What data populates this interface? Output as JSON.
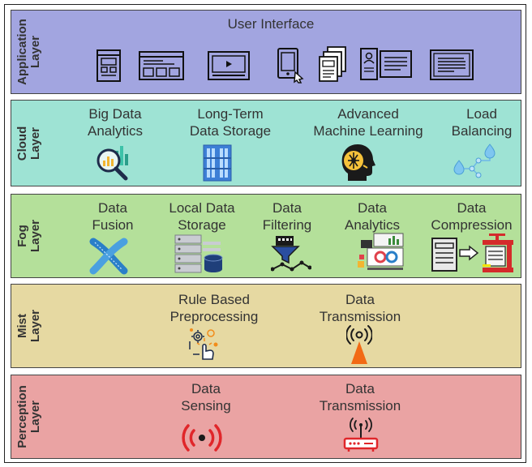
{
  "layers": [
    {
      "key": "application",
      "name": "Application\nLayer",
      "color": "#a2a5e0",
      "captions": [
        "User Interface"
      ]
    },
    {
      "key": "cloud",
      "name": "Cloud\nLayer",
      "color": "#9ee3d4",
      "captions": [
        "Big Data\nAnalytics",
        "Long-Term\nData Storage",
        "Advanced\nMachine Learning",
        "Load\nBalancing"
      ]
    },
    {
      "key": "fog",
      "name": "Fog\nLayer",
      "color": "#b4e09a",
      "captions": [
        "Data\nFusion",
        "Local Data\nStorage",
        "Data\nFiltering",
        "Data\nAnalytics",
        "Data\nCompression"
      ]
    },
    {
      "key": "mist",
      "name": "Mist\nLayer",
      "color": "#e6d9a2",
      "captions": [
        "Rule Based\nPreprocessing",
        "Data\nTransmission"
      ]
    },
    {
      "key": "perception",
      "name": "Perception\nLayer",
      "color": "#eaa3a3",
      "captions": [
        "Data\nSensing",
        "Data\nTransmission"
      ]
    }
  ],
  "icons": {
    "application": [
      "mobile-wireframe-icon",
      "browser-window-icon",
      "video-player-icon",
      "tablet-touch-icon",
      "documents-stack-icon",
      "profile-card-icon",
      "text-document-icon"
    ],
    "cloud": [
      "magnifier-analytics-icon",
      "server-rack-icon",
      "ai-head-icon",
      "balancing-nodes-icon"
    ],
    "fog": [
      "data-fusion-icon",
      "database-storage-icon",
      "funnel-filter-icon",
      "analytics-dashboard-icon",
      "compression-clamp-icon"
    ],
    "mist": [
      "touch-gear-icon",
      "transmitter-tower-icon"
    ],
    "perception": [
      "signal-sensor-icon",
      "wifi-router-icon"
    ]
  }
}
